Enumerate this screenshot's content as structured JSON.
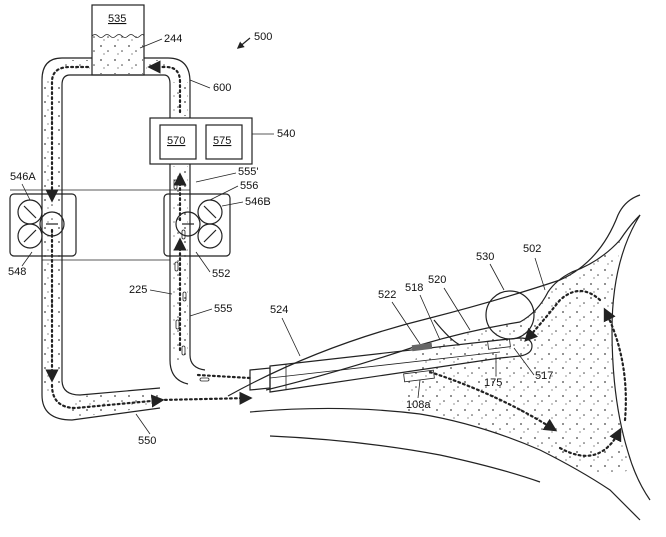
{
  "figure_number": "500",
  "components": {
    "reservoir": "535",
    "reservoir_fluid": "244",
    "tubing": "600",
    "controller": "540",
    "module_a": "570",
    "module_b": "575",
    "pump_left": "546A",
    "pump_right": "546B",
    "left_housing": "548",
    "right_housing": "552",
    "inflow_line": "555",
    "inflow_line_prime": "555'",
    "pump_roller": "556",
    "debris": "225",
    "outflow_line": "550",
    "scope_body": "524",
    "scope_sheath": "522",
    "channel": "518",
    "tip": "520",
    "target_tissue": "530",
    "uterine_cavity": "502",
    "distal_window": "517",
    "cutter": "175",
    "outflow_port": "108a"
  }
}
